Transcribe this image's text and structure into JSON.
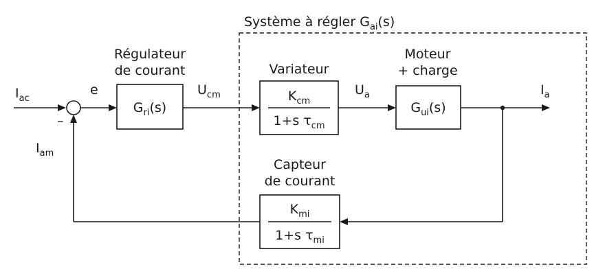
{
  "system_box": {
    "title_main": "Système à régler G",
    "title_sub": "ai",
    "title_end": "(s)"
  },
  "signals": {
    "iac_main": "I",
    "iac_sub": "ac",
    "e": "e",
    "minus": "–",
    "iam_main": "I",
    "iam_sub": "am",
    "ucm_main": "U",
    "ucm_sub": "cm",
    "ua_main": "U",
    "ua_sub": "a",
    "ia_main": "I",
    "ia_sub": "a"
  },
  "blocks": {
    "regulator": {
      "caption_line1": "Régulateur",
      "caption_line2": "de courant",
      "tf_main": "G",
      "tf_sub": "ri",
      "tf_end": "(s)"
    },
    "variator": {
      "caption": "Variateur",
      "num_main": "K",
      "num_sub": "cm",
      "den_main": "1+s τ",
      "den_sub": "cm"
    },
    "motor": {
      "caption_line1": "Moteur",
      "caption_line2": "+ charge",
      "tf_main": "G",
      "tf_sub": "ui",
      "tf_end": "(s)"
    },
    "sensor": {
      "caption_line1": "Capteur",
      "caption_line2": "de courant",
      "num_main": "K",
      "num_sub": "mi",
      "den_main": "1+s τ",
      "den_sub": "mi"
    }
  }
}
